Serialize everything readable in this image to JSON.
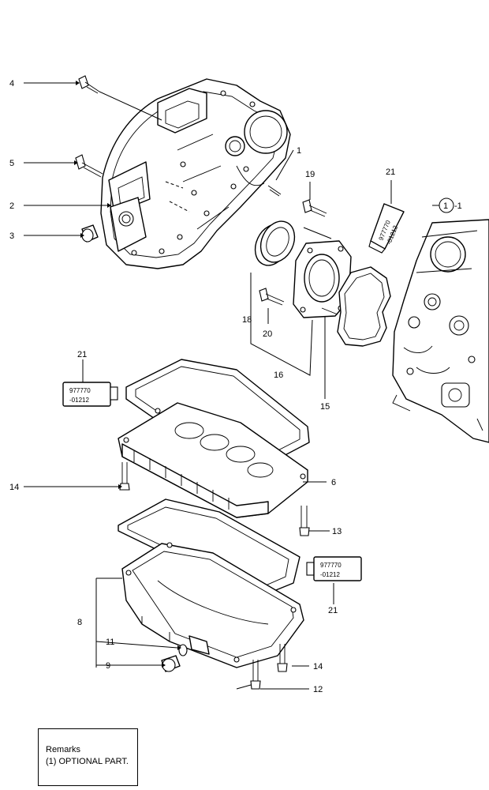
{
  "callouts": {
    "n1": "1",
    "n2": "2",
    "n3": "3",
    "n4": "4",
    "n5": "5",
    "n6": "6",
    "n8": "8",
    "n9": "9",
    "n11": "11",
    "n12": "12",
    "n13": "13",
    "n14a": "14",
    "n14b": "14",
    "n15": "15",
    "n16": "16",
    "n18": "18",
    "n19": "19",
    "n20": "20",
    "n21a": "21",
    "n21b": "21",
    "n21c": "21",
    "optional_ref": "1",
    "optional_suffix": "-1"
  },
  "tubes": {
    "code_line1": "977770",
    "code_line2": "-01212"
  },
  "remarks": {
    "title": "Remarks",
    "line1": "(1) OPTIONAL PART."
  }
}
